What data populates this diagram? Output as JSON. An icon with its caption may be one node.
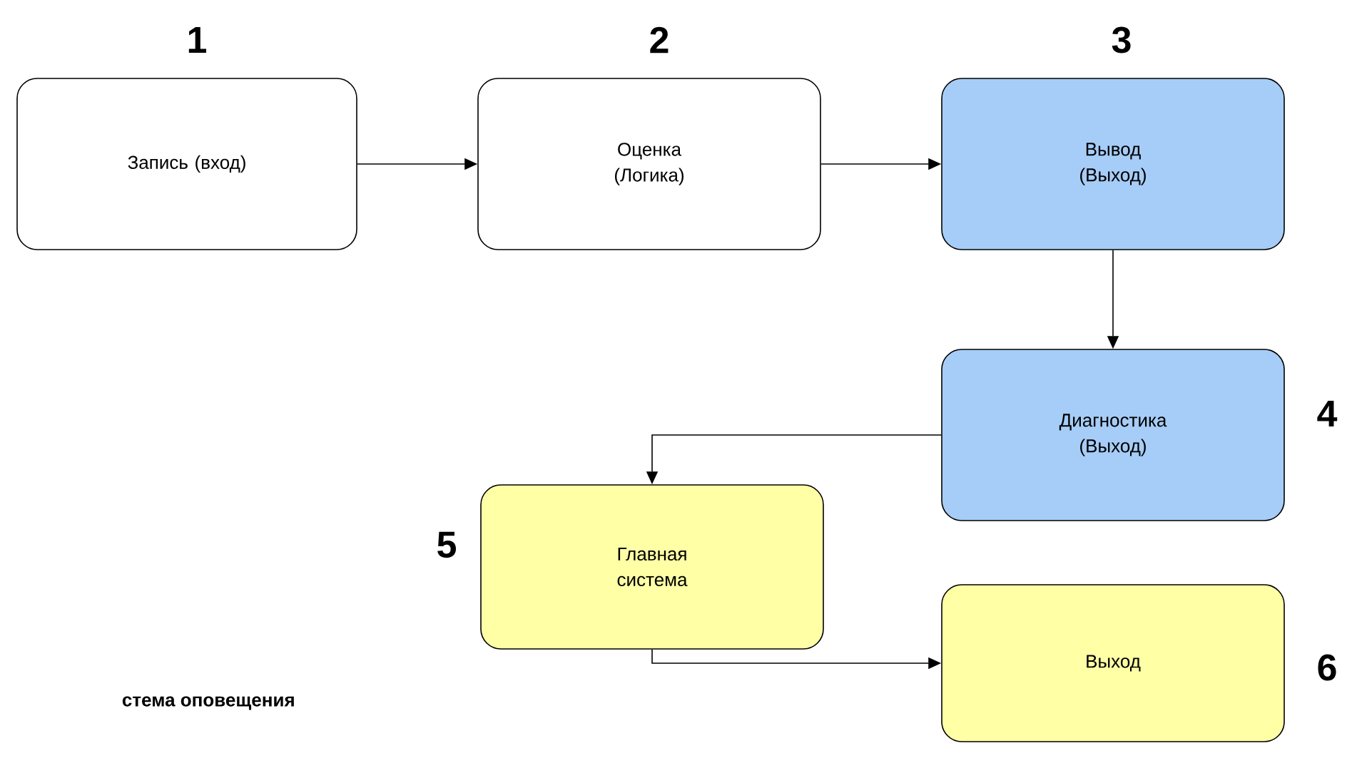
{
  "diagram": {
    "nodes": [
      {
        "text": [
          "Запись (вход)"
        ],
        "beside": [
          "1"
        ]
      },
      {
        "text": [
          "Оценка (Логика)"
        ],
        "beside": [
          "2"
        ]
      },
      {
        "text": [
          "Вывод (Выход)"
        ],
        "beside": [
          "3"
        ]
      },
      {
        "text": [
          "Диагностика (Выход)"
        ],
        "beside": [
          "4"
        ]
      },
      {
        "text": [
          "Главная система"
        ],
        "beside": [
          "5"
        ]
      },
      {
        "text": [
          "Выход"
        ],
        "beside": [
          "6"
        ]
      }
    ],
    "edges": [
      {
        "from": 0,
        "to": 1,
        "arrow": "to"
      },
      {
        "from": 1,
        "to": 2,
        "arrow": "to"
      },
      {
        "from": 2,
        "to": 3,
        "arrow": "to"
      },
      {
        "from": 3,
        "to": 4,
        "arrow": "to"
      },
      {
        "from": 4,
        "to": 5,
        "arrow": "to"
      }
    ],
    "labels": [
      "стема оповещения"
    ]
  }
}
